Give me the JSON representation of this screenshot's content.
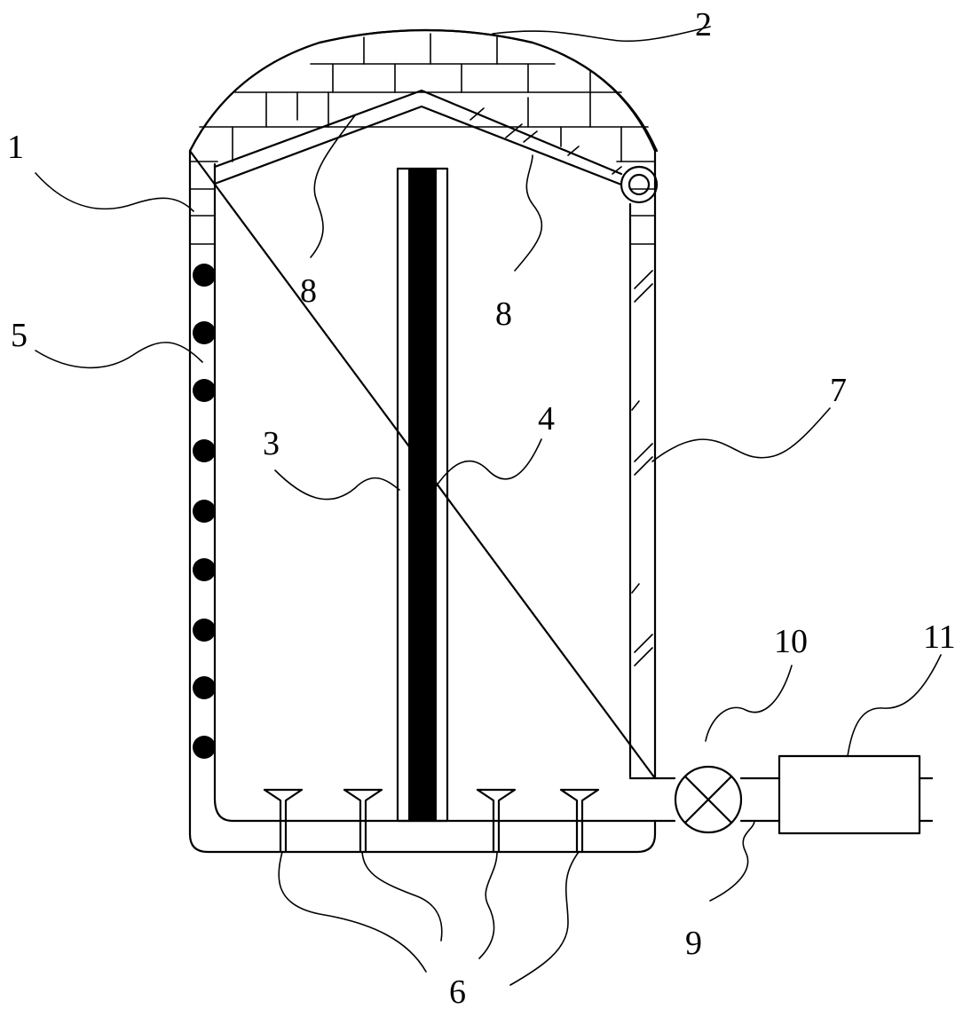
{
  "labels": {
    "l1": "1",
    "l2": "2",
    "l3": "3",
    "l4": "4",
    "l5": "5",
    "l6": "6",
    "l7": "7",
    "l8a": "8",
    "l8b": "8",
    "l9": "9",
    "l10": "10",
    "l11": "11"
  },
  "colors": {
    "line": "#000000",
    "background": "#ffffff"
  }
}
